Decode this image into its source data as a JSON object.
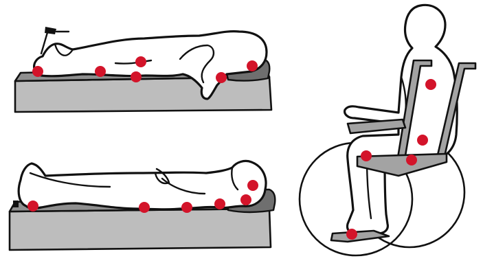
{
  "figure": {
    "panels": [
      {
        "id": "side-lying",
        "position": "top-left"
      },
      {
        "id": "supine",
        "position": "bottom-left"
      },
      {
        "id": "seated-wheelchair",
        "position": "right"
      }
    ],
    "colors": {
      "pressure_point": "#d3142a",
      "outline": "#111111",
      "mattress_top": "#8f8f8f",
      "mattress_side": "#bdbdbd",
      "pillow": "#6f6f6f",
      "wheelchair_frame": "#a3a3a3",
      "background": "#ffffff"
    },
    "pressure_point_counts": {
      "side-lying": 6,
      "supine": 6,
      "seated-wheelchair": 5
    }
  }
}
